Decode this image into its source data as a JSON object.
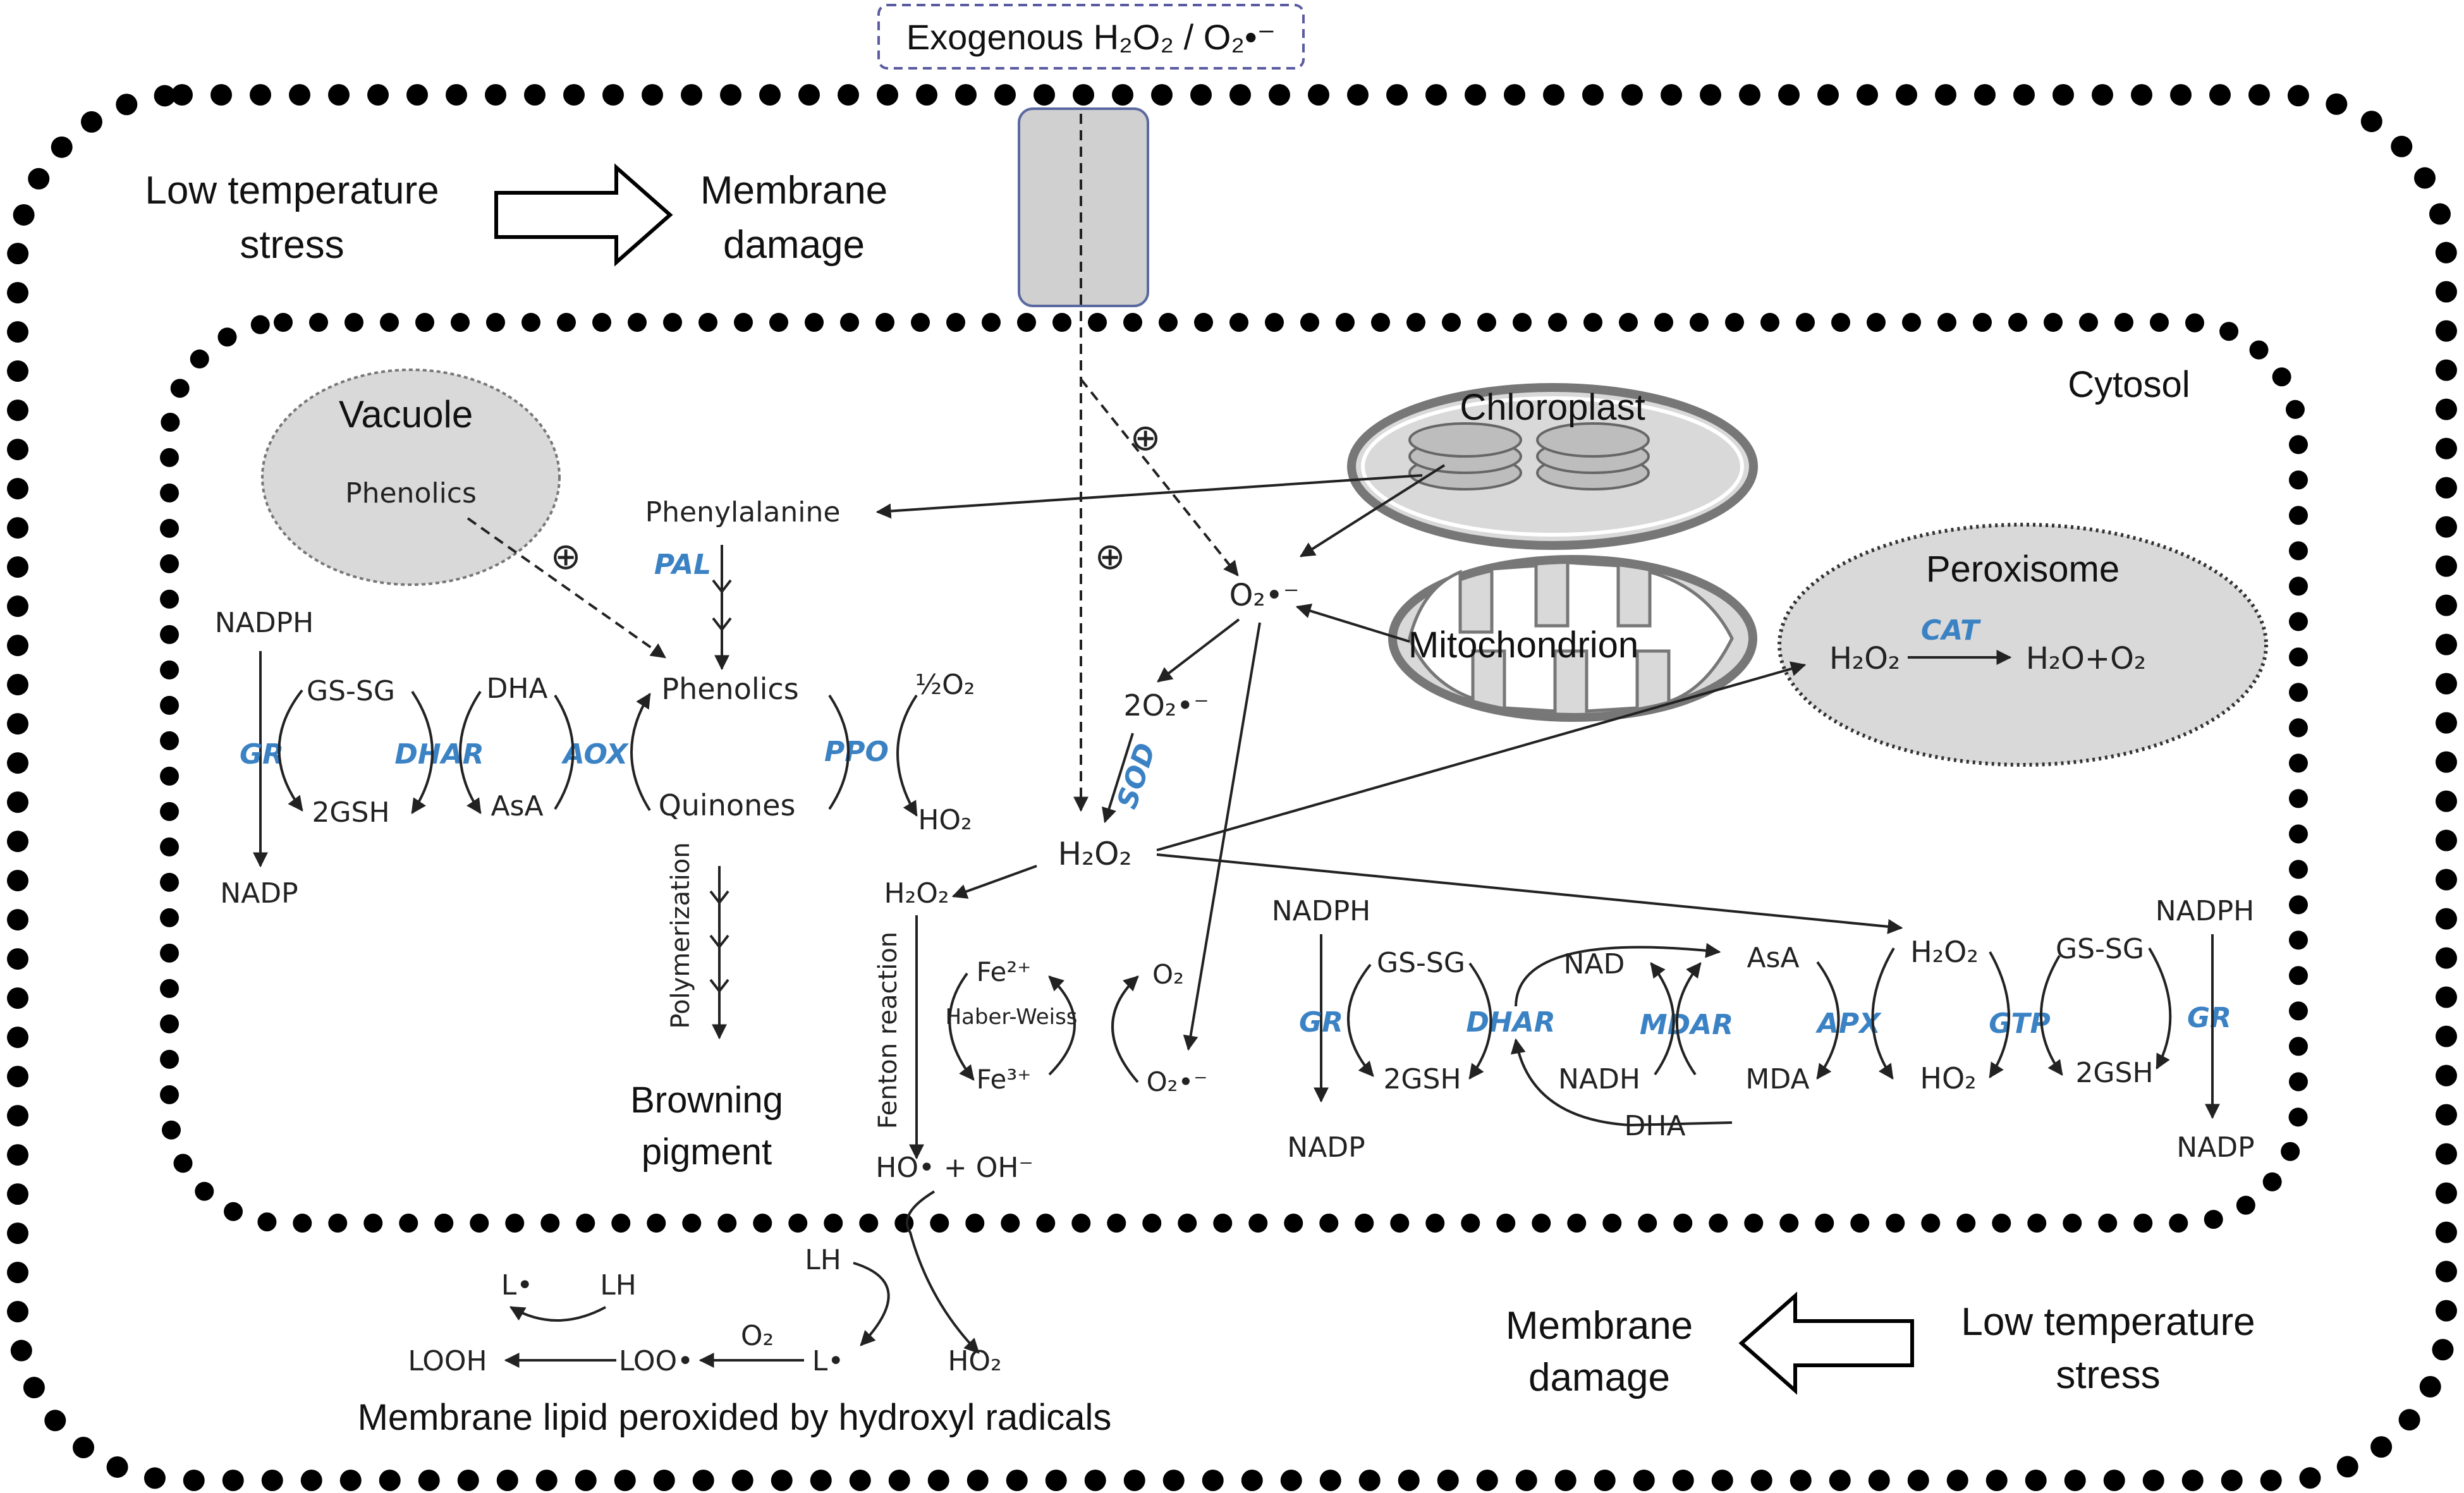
{
  "colors": {
    "enzyme": "#3b82c4",
    "organelle_fill": "#d9d9d9",
    "channel_fill": "#d0d0d0",
    "channel_stroke": "#5a6aa0",
    "box_dash": "#5a5aa0"
  },
  "exogenous": "Exogenous H₂O₂ / O₂•⁻",
  "stress_top": {
    "l1": "Low temperature",
    "l2": "stress"
  },
  "damage_top": {
    "l1": "Membrane",
    "l2": "damage"
  },
  "stress_bottom": {
    "l1": "Low temperature",
    "l2": "stress"
  },
  "damage_bottom": {
    "l1": "Membrane",
    "l2": "damage"
  },
  "cytosol": "Cytosol",
  "vacuole": {
    "title": "Vacuole",
    "content": "Phenolics"
  },
  "chloroplast": "Chloroplast",
  "mitochondrion": "Mitochondrion",
  "peroxisome": {
    "title": "Peroxisome",
    "enzyme": "CAT",
    "substrate": "H₂O₂",
    "product": "H₂O+O₂"
  },
  "plus": "⊕",
  "phenyl": {
    "phenylalanine": "Phenylalanine",
    "pal": "PAL",
    "phenolics": "Phenolics",
    "quinones": "Quinones",
    "half_o2": "½O₂",
    "ho2": "HO₂",
    "ppo": "PPO",
    "aox": "AOX",
    "polymerization": "Polymerization",
    "browning_l1": "Browning",
    "browning_l2": "pigment"
  },
  "left_cycle": {
    "nadph": "NADPH",
    "nadp": "NADP",
    "gssg": "GS-SG",
    "gsh": "2GSH",
    "gr": "GR",
    "dha": "DHA",
    "asa": "AsA",
    "dhar": "DHAR"
  },
  "ros": {
    "o2r": "O₂•⁻",
    "two_o2": "2O₂•⁻",
    "sod": "SOD",
    "h2o2": "H₂O₂",
    "h2o2_b": "H₂O₂",
    "fenton": "Fenton reaction",
    "fe2": "Fe²⁺",
    "fe3": "Fe³⁺",
    "haber": "Haber-Weiss",
    "o2": "O₂",
    "o2r_b": "O₂•⁻",
    "hooh": "HO• + OH⁻"
  },
  "right_cycle": {
    "nadph_l": "NADPH",
    "nadp_l": "NADP",
    "gr_l": "GR",
    "gssg_l": "GS-SG",
    "gsh_l": "2GSH",
    "dhar": "DHAR",
    "nad": "NAD",
    "nadh": "NADH",
    "mdar": "MDAR",
    "asa": "AsA",
    "mda": "MDA",
    "dha": "DHA",
    "apx": "APX",
    "h2o2": "H₂O₂",
    "ho2": "HO₂",
    "gtp": "GTP",
    "gssg_r": "GS-SG",
    "gsh_r": "2GSH",
    "gr_r": "GR",
    "nadph_r": "NADPH",
    "nadp_r": "NADP"
  },
  "lipid": {
    "lh_top": "LH",
    "ho2": "HO₂",
    "l_dot": "L•",
    "o2": "O₂",
    "loo": "LOO•",
    "looh": "LOOH",
    "l_dot2": "L•",
    "lh2": "LH",
    "caption": "Membrane lipid peroxided by hydroxyl radicals"
  }
}
